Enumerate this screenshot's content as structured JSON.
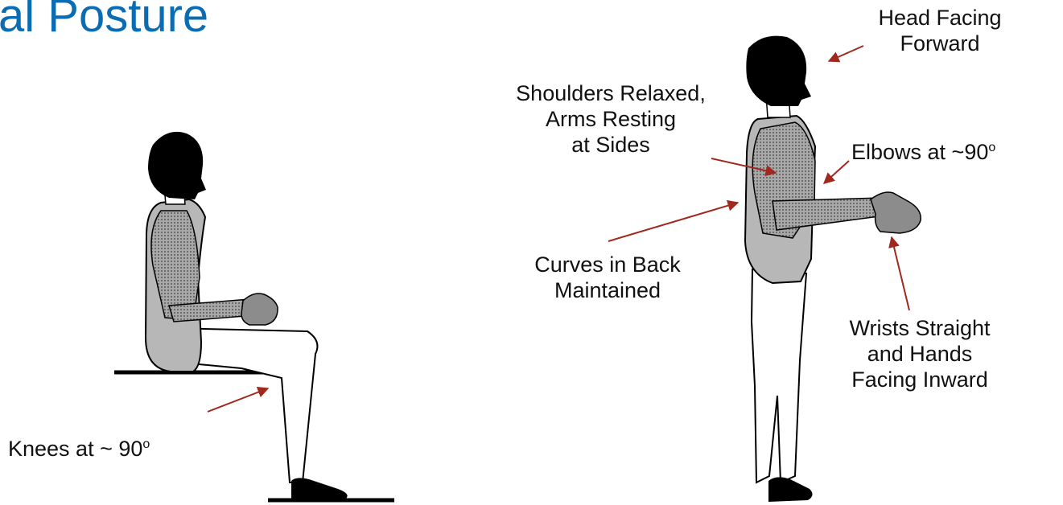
{
  "title": "al Posture",
  "labels": {
    "head": [
      "Head Facing",
      "Forward"
    ],
    "shoulders": [
      "Shoulders Relaxed,",
      "Arms Resting",
      "at Sides"
    ],
    "elbows": "Elbows at ~90",
    "elbows_sup": "o",
    "curves": [
      "Curves in Back",
      "Maintained"
    ],
    "wrists": [
      "Wrists Straight",
      "and Hands",
      "Facing Inward"
    ],
    "knees": "Knees at ~ 90",
    "knees_sup": "o"
  },
  "colors": {
    "title": "#0a6db3",
    "arrow": "#a0281e",
    "body_fill": "#b7b7b7",
    "outline": "#000000"
  },
  "figures": [
    "seated-figure",
    "standing-figure"
  ]
}
